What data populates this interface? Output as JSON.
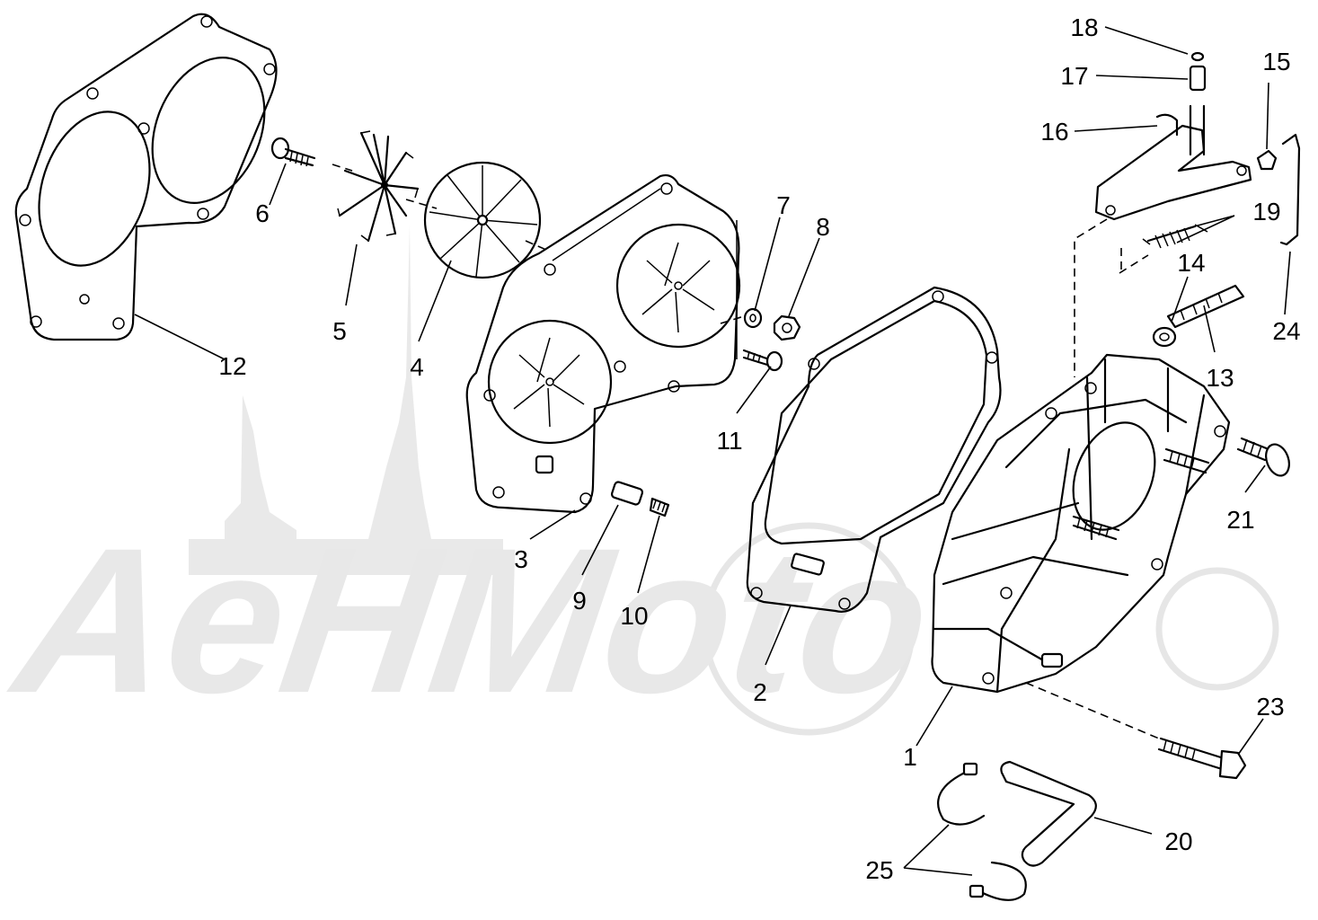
{
  "diagram": {
    "watermark": "AeHMoto",
    "callouts": {
      "c1": "1",
      "c2": "2",
      "c3": "3",
      "c4": "4",
      "c5": "5",
      "c6": "6",
      "c7": "7",
      "c8": "8",
      "c9": "9",
      "c10": "10",
      "c11": "11",
      "c12": "12",
      "c13": "13",
      "c14": "14",
      "c15": "15",
      "c16": "16",
      "c17": "17",
      "c18": "18",
      "c19": "19",
      "c20": "20",
      "c21": "21",
      "c23": "23",
      "c24": "24",
      "c25": "25"
    }
  }
}
